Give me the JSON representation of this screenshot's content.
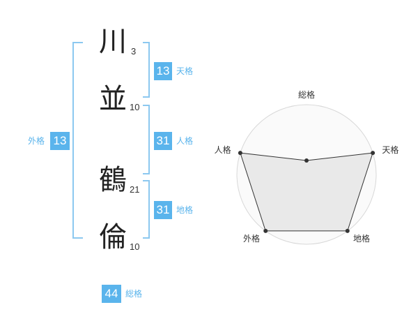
{
  "name": [
    {
      "char": "川",
      "strokes": "3"
    },
    {
      "char": "並",
      "strokes": "10"
    },
    {
      "char": "鶴",
      "strokes": "21"
    },
    {
      "char": "倫",
      "strokes": "10"
    }
  ],
  "fortunes": {
    "tenkaku": {
      "value": "13",
      "label": "天格"
    },
    "jinkaku": {
      "value": "31",
      "label": "人格"
    },
    "chikaku": {
      "value": "31",
      "label": "地格"
    },
    "gaikaku": {
      "value": "13",
      "label": "外格"
    },
    "soukaku": {
      "value": "44",
      "label": "総格"
    }
  },
  "colors": {
    "accent": "#5ab4ec",
    "bracket": "#8cc8f0"
  },
  "chart_data": {
    "type": "radar",
    "axes": [
      "総格",
      "天格",
      "地格",
      "外格",
      "人格"
    ],
    "values": [
      1,
      5,
      5,
      5,
      5
    ],
    "max": 5,
    "grid_rings": 5
  }
}
